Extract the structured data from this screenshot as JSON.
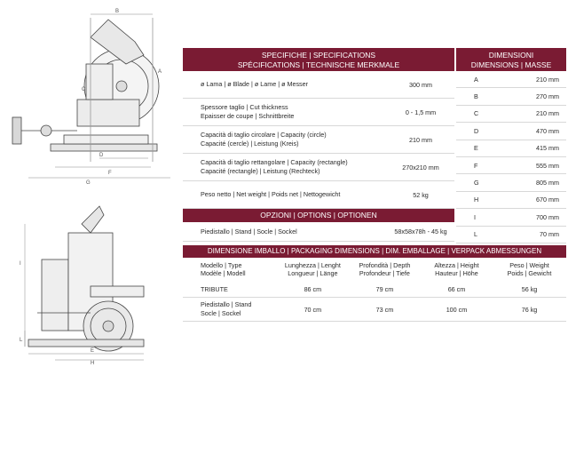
{
  "specs": {
    "header_line1": "SPECIFICHE | SPECIFICATIONS",
    "header_line2": "SPÉCIFICATIONS | TECHNISCHE MERKMALE",
    "rows": [
      {
        "label": "ø Lama | ø Blade | ø Lame | ø Messer",
        "value": "300 mm"
      },
      {
        "label": "Spessore taglio | Cut thickness\nEpaisser de coupe | Schnittbreite",
        "value": "0 - 1,5 mm"
      },
      {
        "label": "Capacità di taglio circolare | Capacity (circle)\nCapacité (cercle) | Leistung (Kreis)",
        "value": "210 mm"
      },
      {
        "label": "Capacità di taglio rettangolare | Capacity (rectangle)\nCapacité (rectangle) | Leistung (Rechteck)",
        "value": "270x210 mm"
      },
      {
        "label": "Peso netto | Net weight | Poids net | Nettogewicht",
        "value": "52 kg"
      }
    ]
  },
  "options": {
    "header": "OPZIONI | OPTIONS | OPTIONEN",
    "row": {
      "label": "Piedistallo | Stand | Socle | Sockel",
      "value": "58x58x78h - 45 kg"
    }
  },
  "dimensions": {
    "header_line1": "DIMENSIONI",
    "header_line2": "DIMENSIONS | MASSE",
    "rows": [
      {
        "key": "A",
        "value": "210 mm"
      },
      {
        "key": "B",
        "value": "270 mm"
      },
      {
        "key": "C",
        "value": "210 mm"
      },
      {
        "key": "D",
        "value": "470 mm"
      },
      {
        "key": "E",
        "value": "415 mm"
      },
      {
        "key": "F",
        "value": "555 mm"
      },
      {
        "key": "G",
        "value": "805 mm"
      },
      {
        "key": "H",
        "value": "670 mm"
      },
      {
        "key": "I",
        "value": "700 mm"
      },
      {
        "key": "L",
        "value": "70 mm"
      }
    ]
  },
  "packaging": {
    "header": "DIMENSIONE IMBALLO | PACKAGING DIMENSIONS | DIM. EMBALLAGE | VERPACK ABMESSUNGEN",
    "columns": [
      {
        "line1": "Modello | Type",
        "line2": "Modèle | Modell"
      },
      {
        "line1": "Lunghezza | Lenght",
        "line2": "Longueur | Länge"
      },
      {
        "line1": "Profondità | Depth",
        "line2": "Profondeur | Tiefe"
      },
      {
        "line1": "Altezza | Height",
        "line2": "Hauteur | Höhe"
      },
      {
        "line1": "Peso | Weight",
        "line2": "Poids | Gewicht"
      }
    ],
    "rows": [
      {
        "model": "TRIBUTE",
        "length": "86 cm",
        "depth": "79 cm",
        "height": "66 cm",
        "weight": "56 kg"
      },
      {
        "model": "Piedistallo | Stand\nSocle | Sockel",
        "length": "70 cm",
        "depth": "73 cm",
        "height": "100 cm",
        "weight": "76 kg"
      }
    ]
  },
  "drawing_labels": {
    "side": [
      "B",
      "A",
      "C",
      "D",
      "F",
      "G"
    ],
    "front": [
      "I",
      "L",
      "E",
      "H"
    ]
  }
}
